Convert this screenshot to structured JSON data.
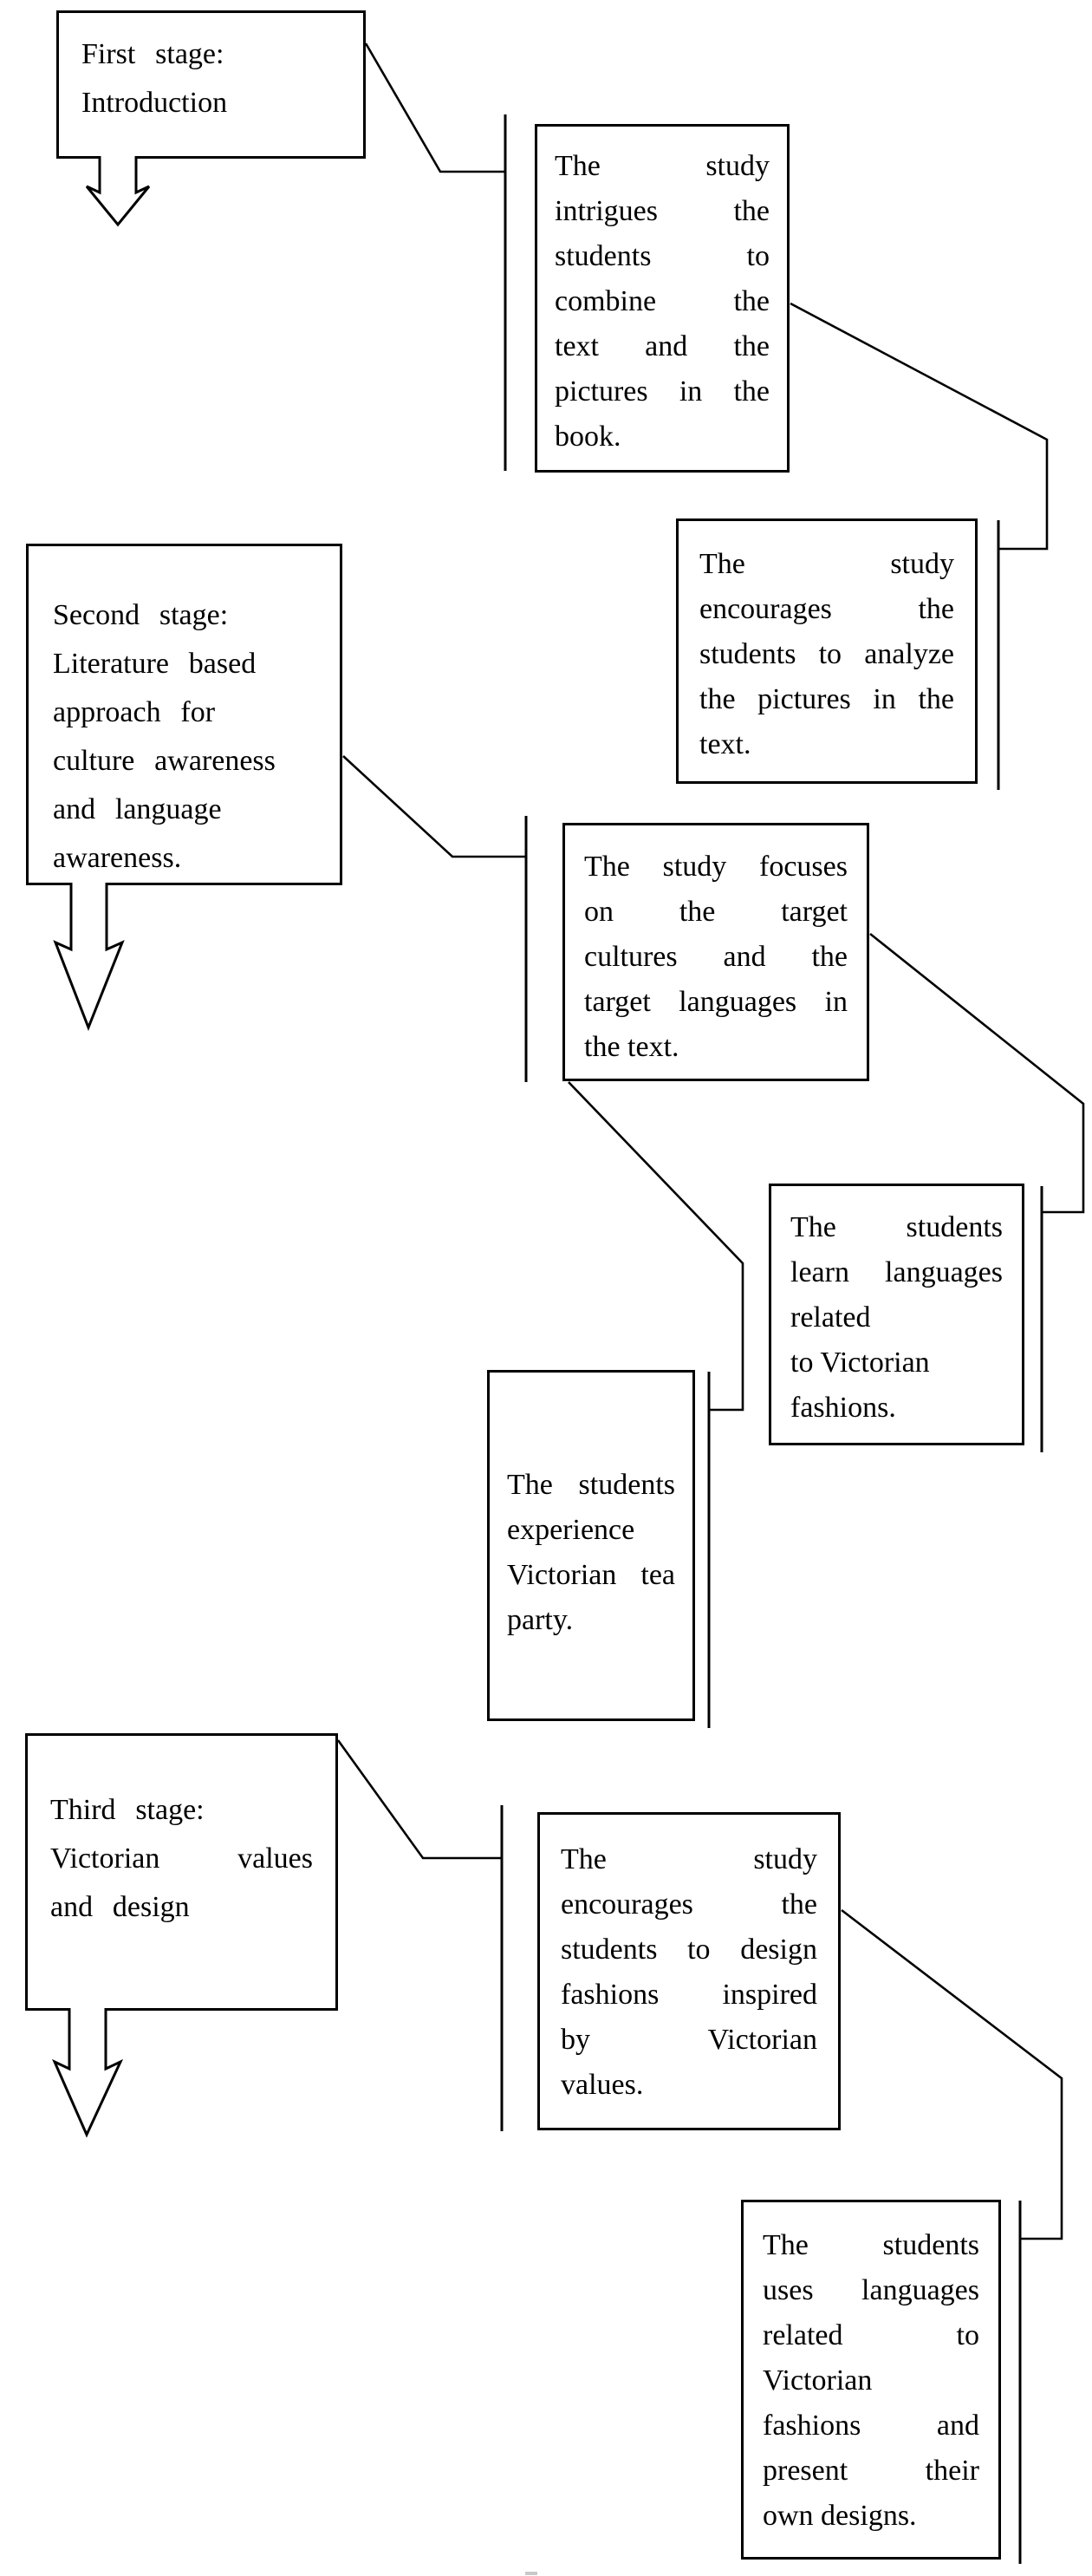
{
  "page": {
    "background_color": "#ffffff",
    "line_color": "#000000"
  },
  "stages": {
    "stage1": {
      "text": "First stage: Introduction",
      "lines": [
        "First stage:",
        "Introduction"
      ]
    },
    "stage2": {
      "text": "Second stage: Literature based approach for culture awareness and language awareness.",
      "lines": [
        "Second stage:",
        "Literature based",
        "approach for",
        "culture awareness",
        "and language",
        "awareness."
      ]
    },
    "stage3": {
      "text": "Third stage: Victorian values and design",
      "lines": [
        "Third stage:",
        "Victorian values",
        "and design"
      ]
    }
  },
  "callouts": {
    "intrigues": {
      "text": "The study intrigues the students to combine the text and the pictures in the book.",
      "lines": [
        "The study",
        "intrigues the",
        "students to",
        "combine the",
        "text and the",
        "pictures in the",
        "book."
      ]
    },
    "analyze": {
      "text": "The study encourages the students to analyze the pictures in the text.",
      "lines": [
        "The study",
        "encourages the",
        "students to analyze",
        "the pictures in the",
        "text."
      ]
    },
    "focuses": {
      "text": "The study focuses on the target cultures and the target languages in the text.",
      "lines": [
        "The study focuses",
        "on the target",
        "cultures and the",
        "target languages in",
        "the text."
      ]
    },
    "learn": {
      "text": "The students learn languages related to Victorian fashions.",
      "lines": [
        "The students",
        "learn languages",
        "related",
        "to Victorian",
        "fashions."
      ]
    },
    "teaparty": {
      "text": "The students experience Victorian tea party.",
      "lines": [
        "The students",
        "experience",
        "Victorian tea",
        "party."
      ]
    },
    "design": {
      "text": "The study encourages the students to design fashions inspired by Victorian values.",
      "lines": [
        "The study",
        "encourages the",
        "students to design",
        "fashions inspired",
        "by Victorian",
        "values."
      ]
    },
    "present": {
      "text": "The students uses languages related to Victorian fashions and present their own designs.",
      "lines": [
        "The students",
        "uses languages",
        "related to",
        "Victorian",
        "fashions and",
        "present their",
        "own designs."
      ]
    }
  }
}
